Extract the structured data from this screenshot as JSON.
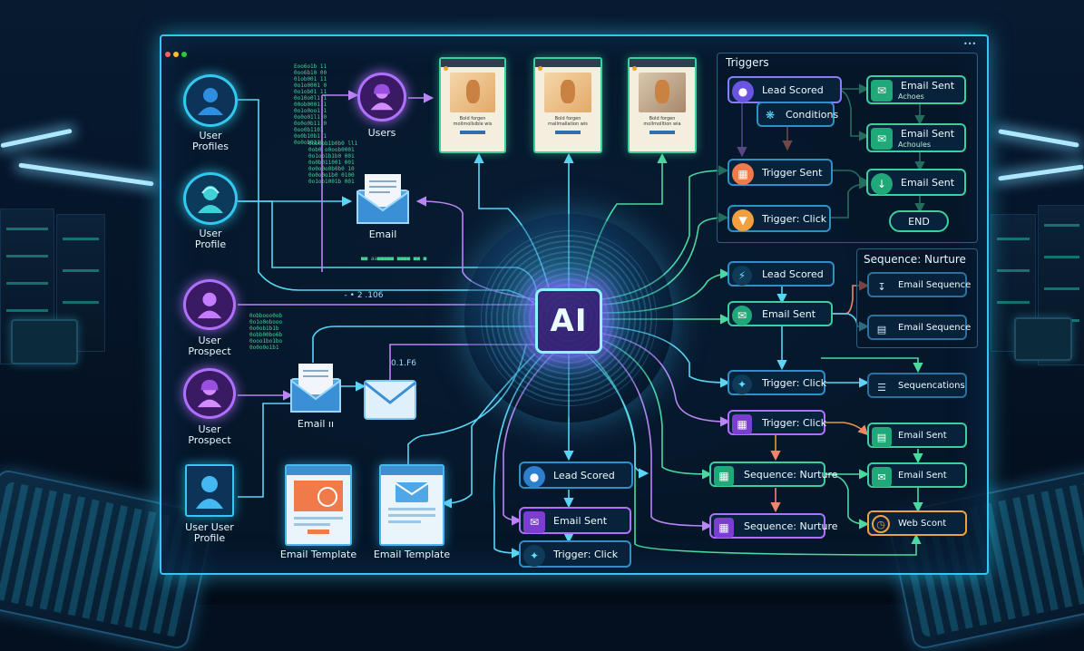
{
  "window": {
    "dot_colors": [
      "#ff5f56",
      "#ffbd2e",
      "#27c93f"
    ],
    "menu_glyph": "•••"
  },
  "center": {
    "chip_label": "AI"
  },
  "left": {
    "user_profiles": "User\nProfiles",
    "user_profile": "User\nProfile",
    "user_prospect_1": "User\nProspect",
    "user_prospect_2": "User\nProspect",
    "user_user_profile": "User User\nProfile",
    "users": "Users",
    "email": "Email",
    "email_ii": "Email ıı",
    "email_template_1": "Email Template",
    "email_template_2": "Email Template",
    "readout_1": "- • 2 .106",
    "readout_2": "0.1.F6"
  },
  "cards": [
    {
      "title": "Bold forgen mollmollsible wis"
    },
    {
      "title": "Bold forgen mallmallation wis"
    },
    {
      "title": "Bold forgen mollmolltion wia"
    }
  ],
  "triggers_panel": {
    "title": "Triggers",
    "lead_scored": "Lead Scored",
    "conditions": "Conditions",
    "trigger_sent": "Trigger Sent",
    "trigger_click": "Trigger: Click",
    "email_sent_1": "Email Sent",
    "email_sent_1_sub": "Achoes",
    "email_sent_2": "Email Sent",
    "email_sent_2_sub": "Achoules",
    "email_sent_3": "Email Sent",
    "end": "END"
  },
  "sequence_panel": {
    "title": "Sequence: Nurture",
    "lead_scored": "Lead Scored",
    "email_sent": "Email Sent",
    "email_sequence_1": "Email Sequence",
    "email_sequence_2": "Email Sequence",
    "trigger_click_1": "Trigger: Click",
    "sequencations": "Sequencations",
    "trigger_click_2": "Trigger: Click",
    "email_sent_2": "Email Sent",
    "sequence_nurture_1": "Sequence: Nurture",
    "email_sent_3": "Email Sent",
    "sequence_nurture_2": "Sequence: Nurture",
    "web_scont": "Web Scont"
  },
  "bottom_center": {
    "lead_scored": "Lead Scored",
    "email_sent": "Email Sent",
    "trigger_click": "Trigger: Click"
  },
  "colors": {
    "cyan": "#33c8f0",
    "green": "#3ccf9e",
    "purple": "#b070ff",
    "orange": "#f0a040",
    "blue": "#3d8fd0"
  },
  "icons": {
    "user": "user-icon",
    "envelope": "envelope-icon",
    "bolt": "bolt-icon",
    "filter": "filter-icon",
    "download": "download-icon",
    "list": "list-icon"
  }
}
